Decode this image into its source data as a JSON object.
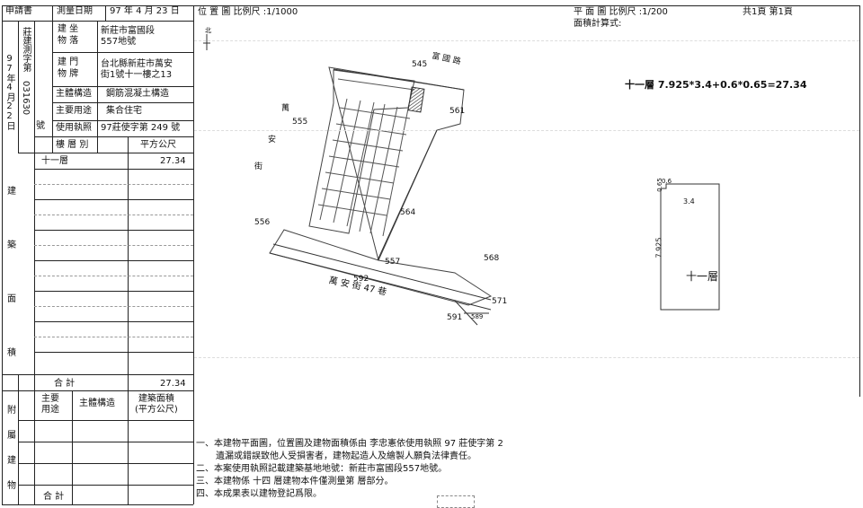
{
  "header": {
    "apply": "申請書",
    "survey_date_label": "測量日期",
    "survey_date": "97 年 4 月 23 日",
    "location_map": "位 置 圖 比例尺 :1/1000",
    "plan_view": "平 面 圖 比例尺 :1/200",
    "page_info": "共1頁 第1頁",
    "area_calc": "面積計算式:"
  },
  "left_table": {
    "vertical_no": "97年4月22日",
    "vertical_ref1": "莊建測字第",
    "vertical_ref2": "031630",
    "vertical_hao": "號",
    "rows": [
      {
        "label": "建 坐\n物 落",
        "value": "新莊市富國段\n557地號"
      },
      {
        "label": "建 門\n物 牌",
        "value": "台北縣新莊市萬安\n街1號十一樓之13"
      },
      {
        "label": "主體構造",
        "value": "鋼筋混凝土構造"
      },
      {
        "label": "主要用途",
        "value": "集合住宅"
      },
      {
        "label": "使用執照",
        "value": "97莊使字第 249 號"
      }
    ],
    "floor_header": "樓 層 別",
    "area_header": "平方公尺",
    "floor_row": {
      "floor": "十一層",
      "area": "27.34"
    },
    "side_chars": [
      "建",
      "築",
      "面",
      "積"
    ],
    "total_label": "合 計",
    "total_value": "27.34",
    "attached": {
      "side_chars": [
        "附",
        "屬",
        "建",
        "物"
      ],
      "col1": "主要\n用途",
      "col2": "主體構造",
      "col3": "建築面積\n(平方公尺)",
      "total_label": "合 計"
    }
  },
  "site_map": {
    "north": "北",
    "street_top": "富 國 路",
    "lot_545": "545",
    "lot_561": "561",
    "lot_555": "555",
    "lot_564": "564",
    "lot_556": "556",
    "lot_557": "557",
    "lot_568": "568",
    "lot_592": "592",
    "lot_571": "571",
    "lot_591": "591",
    "lot_589": "589",
    "street_left": [
      "萬",
      "安",
      "街"
    ],
    "street_bottom": "萬 安 街 47 巷"
  },
  "plan": {
    "formula": "十一層 7.925*3.4+0.6*0.65=27.34",
    "dim_065": "0.65",
    "dim_06": "0.6",
    "dim_34": "3.4",
    "dim_7925": "7.925",
    "floor_label": "十一層"
  },
  "notes": [
    "一、本建物平面圖，位置圖及建物面積係由 李忠憲依使用執照 97 莊使字第 2",
    "遺漏或錯誤致他人受損害者，建物起造人及繪製人願負法律責任。",
    "二、本案使用執照記載建築基地地號：新莊市富國段557地號。",
    "三、本建物係 十四 層建物本件僅測量第 層部分。",
    "四、本成果表以建物登記爲限。"
  ]
}
